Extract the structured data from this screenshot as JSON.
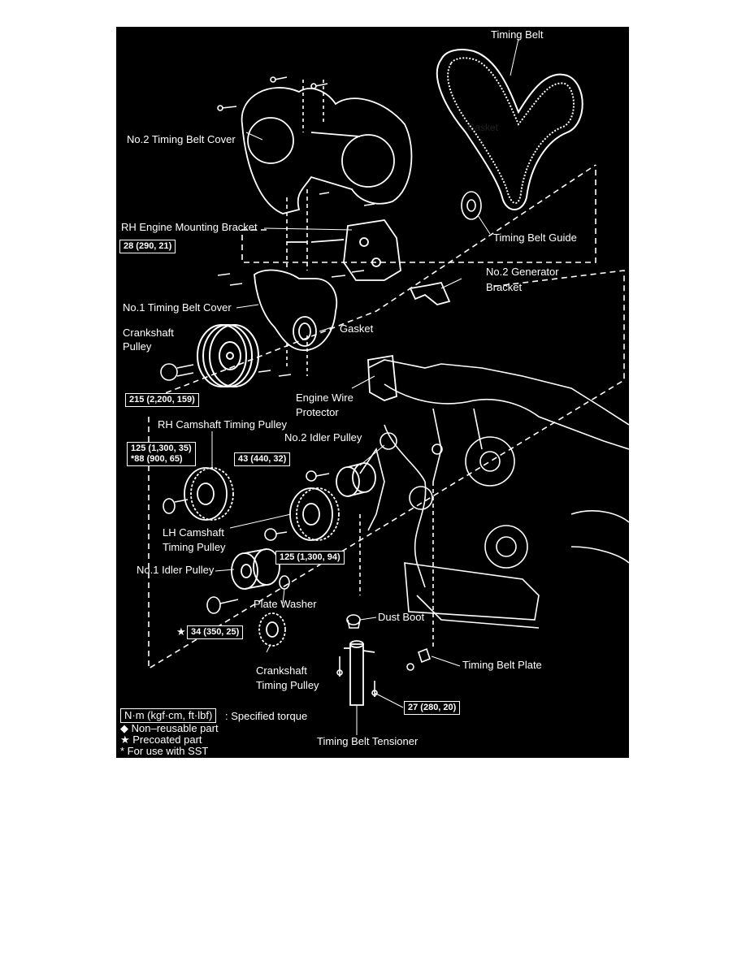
{
  "colors": {
    "background": "#000000",
    "foreground": "#ffffff"
  },
  "labels": {
    "timing_belt": "Timing Belt",
    "gasket_top": "Gasket",
    "no2_cover": "No.2 Timing Belt Cover",
    "rh_bracket": "RH Engine Mounting Bracket",
    "belt_guide": "Timing Belt Guide",
    "no2_gen_bracket_1": "No.2 Generator",
    "no2_gen_bracket_2": "Bracket",
    "no1_cover": "No.1 Timing Belt Cover",
    "crank_pulley_1": "Crankshaft",
    "crank_pulley_2": "Pulley",
    "gasket": "Gasket",
    "wire_protector_1": "Engine Wire",
    "wire_protector_2": "Protector",
    "rh_cam": "RH Camshaft Timing Pulley",
    "no2_idler": "No.2 Idler Pulley",
    "lh_cam_1": "LH Camshaft",
    "lh_cam_2": "Timing Pulley",
    "no1_idler": "No.1 Idler Pulley",
    "plate_washer": "Plate Washer",
    "dust_boot": "Dust Boot",
    "belt_plate": "Timing Belt Plate",
    "crank_timing_1": "Crankshaft",
    "crank_timing_2": "Timing Pulley",
    "tensioner": "Timing Belt Tensioner"
  },
  "torques": {
    "bracket": "28 (290, 21)",
    "crank_bolt": "215 (2,200, 159)",
    "rh_cam_1": "125 (1,300, 35)",
    "rh_cam_2": "*88 (900, 65)",
    "no2_idler": "43 (440, 32)",
    "lh_cam": "125 (1,300, 94)",
    "no1_idler": "34 (350, 25)",
    "tensioner": "27 (280, 20)"
  },
  "precoated_mark": "★",
  "legend": {
    "unit_box": "N·m (kgf·cm, ft·lbf)",
    "unit_desc": ": Specified torque",
    "non_reusable": "◆ Non–reusable part",
    "precoated": "★ Precoated part",
    "sst": "* For use with SST"
  }
}
